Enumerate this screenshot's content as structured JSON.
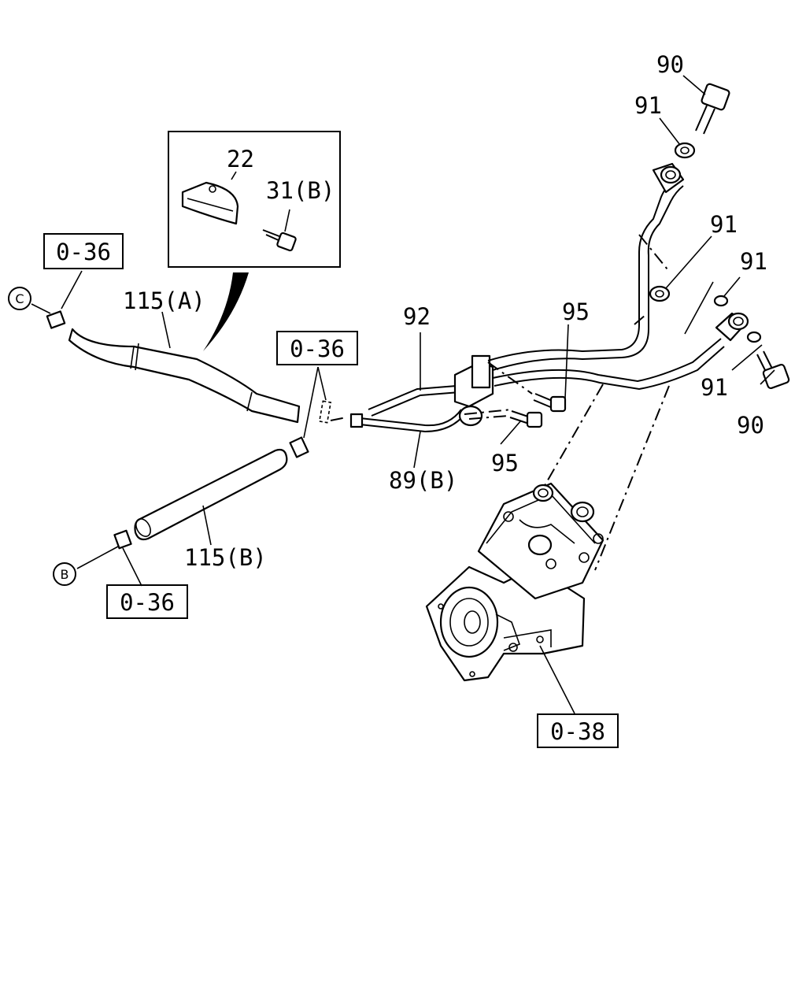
{
  "diagram": {
    "callouts": {
      "p90_top": "90",
      "p91_top": "91",
      "p22": "22",
      "p31b": "31(B)",
      "p91_mid": "91",
      "p91_right": "91",
      "p115a": "115(A)",
      "p92": "92",
      "p95_top": "95",
      "p91_lower": "91",
      "p90_bottom": "90",
      "p95_bottom": "95",
      "p89b": "89(B)",
      "p115b": "115(B)"
    },
    "references": {
      "ref_036_left": "0-36",
      "ref_036_mid": "0-36",
      "ref_036_bottom": "0-36",
      "ref_038": "0-38"
    },
    "connectors": {
      "c": "C",
      "b": "B"
    }
  }
}
